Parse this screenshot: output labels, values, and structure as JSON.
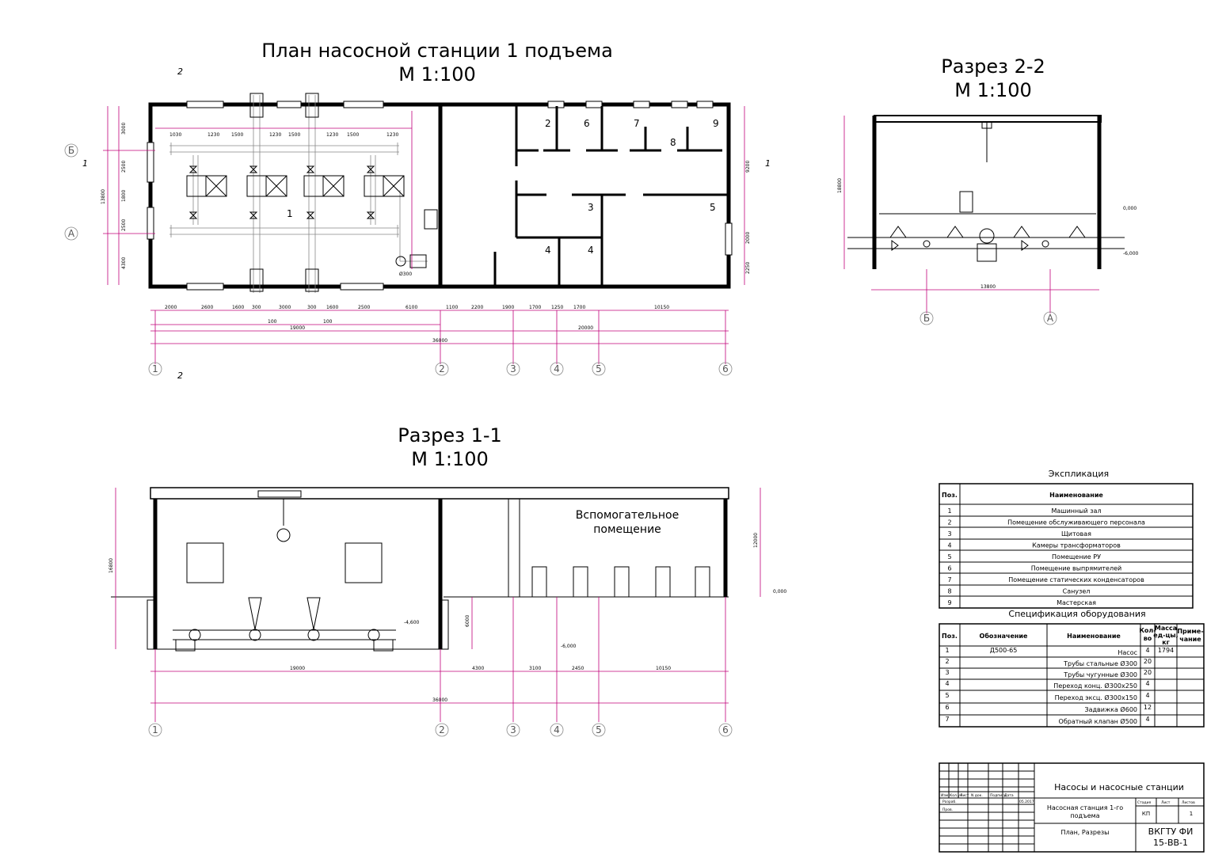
{
  "drawing": {
    "plan_title": "План насосной станции 1 подъема",
    "plan_scale": "М 1:100",
    "section22_title": "Разрез 2-2",
    "section22_scale": "М 1:100",
    "section11_title": "Разрез 1-1",
    "section11_scale": "М 1:100",
    "aux_room_line1": "Вспомогательное",
    "aux_room_line2": "помещение"
  },
  "axes": {
    "numbered": [
      "1",
      "2",
      "3",
      "4",
      "5",
      "6"
    ],
    "lettered": [
      "Б",
      "А"
    ],
    "section_mark_1": "1",
    "section_mark_2": "2"
  },
  "plan": {
    "room_numbers": [
      "1",
      "2",
      "3",
      "4",
      "4",
      "5",
      "6",
      "7",
      "8",
      "9"
    ],
    "dims_bottom_row1": [
      "2000",
      "2600",
      "1600",
      "300",
      "3000",
      "300",
      "1600",
      "2500",
      "6100",
      "1100",
      "2200",
      "1900",
      "1700",
      "1250",
      "1700",
      "10150"
    ],
    "dims_bottom_row2": [
      "100",
      "100"
    ],
    "dims_bottom_row3": [
      "19000",
      "20000"
    ],
    "dims_bottom_total": "36000",
    "dims_left": [
      "3000",
      "2500",
      "1800",
      "2500",
      "4300",
      "13800"
    ],
    "dims_right": [
      "9200",
      "2000",
      "2250"
    ],
    "dims_top": [
      "1030",
      "1230",
      "1500",
      "1230",
      "1500",
      "1230",
      "1500",
      "1230"
    ],
    "pipe_dia": "Ø300"
  },
  "section22": {
    "height_dim": "18800",
    "width_dim": "13800",
    "level_zero": "0,000",
    "level_minus": "-6,000",
    "axis_left": "Б",
    "axis_right": "А"
  },
  "section11": {
    "height_dim": "16800",
    "aux_height_dim": "12000",
    "pit_height_dim": "6000",
    "level_zero": "0,000",
    "level_minus_pipe": "-4,600",
    "level_minus_floor": "-6,000",
    "dims_bottom_row1": [
      "19000",
      "4300",
      "3100",
      "2450",
      "10150"
    ],
    "dims_bottom_total": "36000"
  },
  "explication": {
    "title": "Экспликация",
    "headers": [
      "Поз.",
      "Наименование"
    ],
    "rows": [
      [
        "1",
        "Машинный зал"
      ],
      [
        "2",
        "Помещение обслуживающего персонала"
      ],
      [
        "3",
        "Щитовая"
      ],
      [
        "4",
        "Камеры трансформаторов"
      ],
      [
        "5",
        "Помещение РУ"
      ],
      [
        "6",
        "Помещение выпрямителей"
      ],
      [
        "7",
        "Помещение статических конденсаторов"
      ],
      [
        "8",
        "Санузел"
      ],
      [
        "9",
        "Мастерская"
      ]
    ]
  },
  "specification": {
    "title": "Спецификация оборудования",
    "headers": [
      "Поз.",
      "Обозначение",
      "Наименование",
      "Кол-",
      "во",
      "Масса",
      "ед-цы,",
      "кг",
      "Приме-",
      "чание"
    ],
    "rows": [
      [
        "1",
        "Д500-65",
        "Насос",
        "4",
        "1794",
        ""
      ],
      [
        "2",
        "",
        "Трубы стальные Ø300",
        "20",
        "",
        ""
      ],
      [
        "3",
        "",
        "Трубы чугунные Ø300",
        "20",
        "",
        ""
      ],
      [
        "4",
        "",
        "Переход конц. Ø300х250",
        "4",
        "",
        ""
      ],
      [
        "5",
        "",
        "Переход эксц. Ø300х150",
        "4",
        "",
        ""
      ],
      [
        "6",
        "",
        "Задвижка Ø600",
        "12",
        "",
        ""
      ],
      [
        "7",
        "",
        "Обратный клапан Ø500",
        "4",
        "",
        ""
      ]
    ]
  },
  "stamp": {
    "project": "Насосы и насосные станции",
    "object_line1": "Насосная станция 1-го",
    "object_line2": "подъема",
    "sheet_content": "План, Разрезы",
    "org_line1": "ВКГТУ ФИ",
    "org_line2": "15-ВВ-1",
    "col_izm": "Изм.",
    "col_kol": "Кол.уч",
    "col_list": "Лист",
    "col_ndok": "N док.",
    "col_podp": "Подпись",
    "col_data": "Дата",
    "row_razrab": "Разраб.",
    "row_prov": "Пров.",
    "date": "05.2017",
    "stage_h": "Стадия",
    "list_h": "Лист",
    "lists_h": "Листов",
    "stage": "КП",
    "lists": "1"
  },
  "colors": {
    "line": "#000000",
    "dimension": "#c0007a",
    "axis": "#888888"
  }
}
